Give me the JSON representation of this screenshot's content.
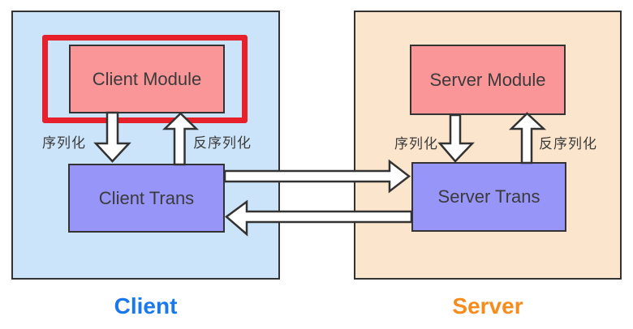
{
  "client": {
    "label": "Client",
    "module": "Client Module",
    "trans": "Client Trans",
    "serialize": "序列化",
    "deserialize": "反序列化"
  },
  "server": {
    "label": "Server",
    "module": "Server Module",
    "trans": "Server Trans",
    "serialize": "序列化",
    "deserialize": "反序列化"
  },
  "colors": {
    "client_bg": "#cce4fa",
    "server_bg": "#fce5cd",
    "module_bg": "#fa9598",
    "trans_bg": "#9895f9",
    "highlight_red": "#e7202b",
    "border": "#333333",
    "text": "#3b3b3b",
    "client_label": "#1a78ee",
    "server_label": "#f78c1d",
    "arrow_fill": "#ffffff"
  }
}
